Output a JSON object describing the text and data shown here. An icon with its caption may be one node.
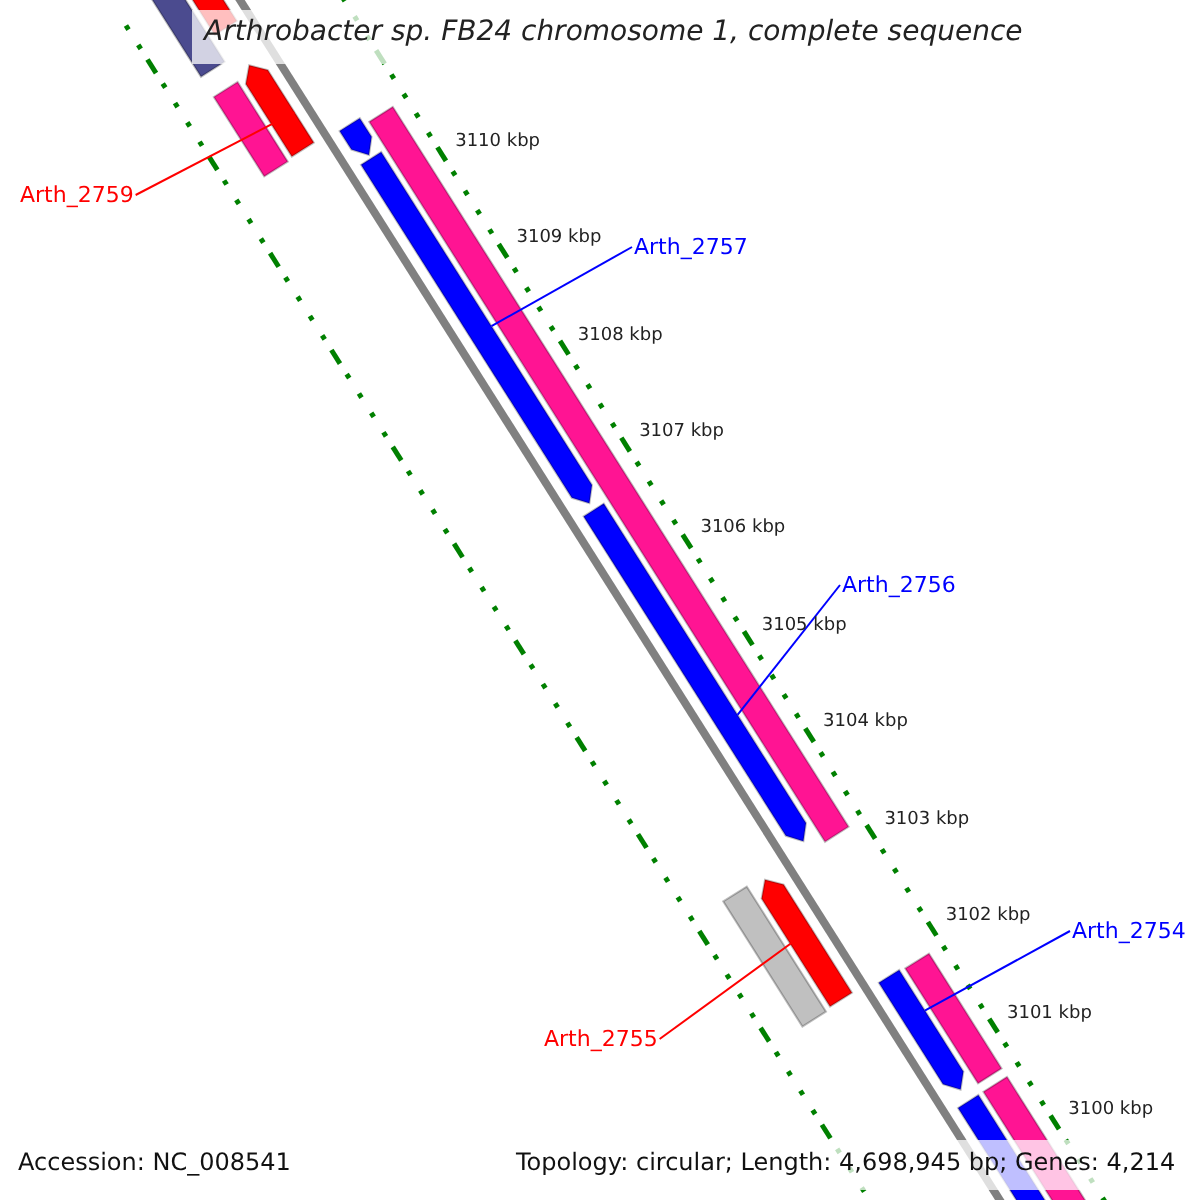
{
  "diagram": {
    "title": "Arthrobacter sp. FB24 chromosome 1, complete sequence",
    "nodes": [
      {
        "text": [
          "Arth_2759"
        ]
      },
      {
        "text": [],
        "shape": "bar"
      },
      {
        "text": [
          "Arth_2757"
        ]
      },
      {
        "text": [],
        "shape": "bar"
      },
      {
        "text": [
          "Arth_2756"
        ]
      },
      {
        "text": [],
        "shape": "bar"
      },
      {
        "text": [
          "Arth_2755"
        ]
      },
      {
        "text": [],
        "shape": "bar"
      },
      {
        "text": [
          "Arth_2754"
        ]
      },
      {
        "text": [],
        "shape": "bar"
      }
    ],
    "edges": [
      {
        "from": 0,
        "to": 1,
        "arrow": "none",
        "color": "#ff0000"
      },
      {
        "from": 2,
        "to": 3,
        "arrow": "none",
        "color": "#0000ff"
      },
      {
        "from": 4,
        "to": 5,
        "arrow": "none",
        "color": "#0000ff"
      },
      {
        "from": 6,
        "to": 7,
        "arrow": "none",
        "color": "#ff0000"
      },
      {
        "from": 8,
        "to": 9,
        "arrow": "none",
        "color": "#0000ff"
      }
    ],
    "labels": [
      "3110 kbp",
      "3109 kbp",
      "3108 kbp",
      "3107 kbp",
      "3106 kbp",
      "3105 kbp",
      "3104 kbp",
      "3103 kbp",
      "3102 kbp",
      "3101 kbp",
      "3100 kbp",
      "Accession: NC_008541",
      "Topology: circular; Length: 4,698,945 bp; Genes: 4,214"
    ]
  }
}
